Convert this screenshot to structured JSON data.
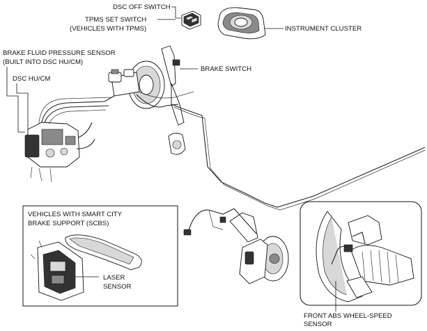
{
  "labels": {
    "dsc_off_switch": "DSC OFF SWITCH",
    "tpms_set_switch_line1": "TPMS SET SWITCH",
    "tpms_set_switch_line2": "(VEHICLES WITH TPMS)",
    "instrument_cluster": "INSTRUMENT CLUSTER",
    "brake_fluid_sensor_line1": "BRAKE FLUID PRESSURE SENSOR",
    "brake_fluid_sensor_line2": "(BUILT INTO DSC HU/CM)",
    "dsc_hu_cm": "DSC HU/CM",
    "brake_switch": "BRAKE SWITCH",
    "scbs_line1": "VEHICLES WITH SMART CITY",
    "scbs_line2": "BRAKE SUPPORT (SCBS)",
    "laser_sensor_line1": "LASER",
    "laser_sensor_line2": "SENSOR",
    "front_abs_line1": "FRONT ABS WHEEL-SPEED",
    "front_abs_line2": "SENSOR"
  }
}
